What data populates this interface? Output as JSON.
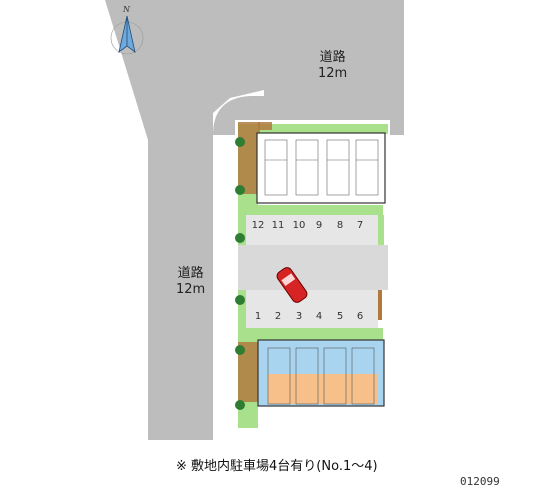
{
  "compass": {
    "label": "N",
    "icon": "north-arrow-icon"
  },
  "roads": [
    {
      "id": "top",
      "name": "道路",
      "width": "12m"
    },
    {
      "id": "left",
      "name": "道路",
      "width": "12m"
    }
  ],
  "parking": {
    "top_row": [
      "12",
      "11",
      "10",
      "9",
      "8",
      "7"
    ],
    "bottom_row": [
      "1",
      "2",
      "3",
      "4",
      "5",
      "6"
    ]
  },
  "note": "※ 敷地内駐車場4台有り(No.1〜4)",
  "code": "012099",
  "colors": {
    "road": "#bdbdbd",
    "lot": "#e6e6e6",
    "grass": "#a8e08c",
    "hedge": "#b07a3f",
    "building_top": "#ffffff",
    "building_blue": "#a9d4ef",
    "building_orange": "#f7c08a",
    "car": "#d62424"
  }
}
